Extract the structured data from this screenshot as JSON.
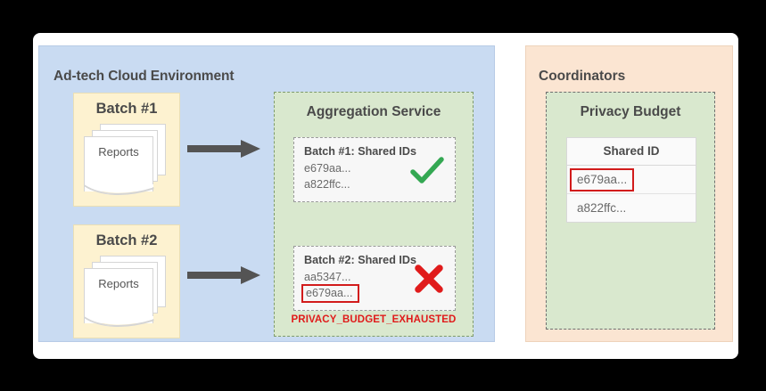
{
  "canvas": {
    "background": "#000000",
    "card_background": "#ffffff"
  },
  "adtech": {
    "title": "Ad-tech Cloud Environment",
    "color": "#c9dbf2",
    "batches": [
      {
        "title": "Batch #1",
        "doc_label": "Reports"
      },
      {
        "title": "Batch #2",
        "doc_label": "Reports"
      }
    ]
  },
  "aggregation": {
    "title": "Aggregation Service",
    "color": "#d9e8ce",
    "cards": [
      {
        "heading": "Batch #1: Shared IDs",
        "id_1": "e679aa...",
        "id_2": "a822ffc...",
        "mark": "check-icon",
        "mark_color": "#34a853"
      },
      {
        "heading": "Batch #2: Shared IDs",
        "id_1": "aa5347...",
        "id_2": "e679aa...",
        "mark": "cross-icon",
        "mark_color": "#e01b1b"
      }
    ],
    "error_label": "PRIVACY_BUDGET_EXHAUSTED",
    "error_color": "#e01b1b"
  },
  "coordinators": {
    "title": "Coordinators",
    "color": "#fbe5d2",
    "privacy_budget": {
      "title": "Privacy Budget",
      "table": {
        "header": "Shared ID",
        "rows": [
          {
            "value": "e679aa...",
            "flagged": true
          },
          {
            "value": "a822ffc...",
            "flagged": false
          }
        ]
      }
    }
  },
  "highlight_color": "#d21b1b"
}
